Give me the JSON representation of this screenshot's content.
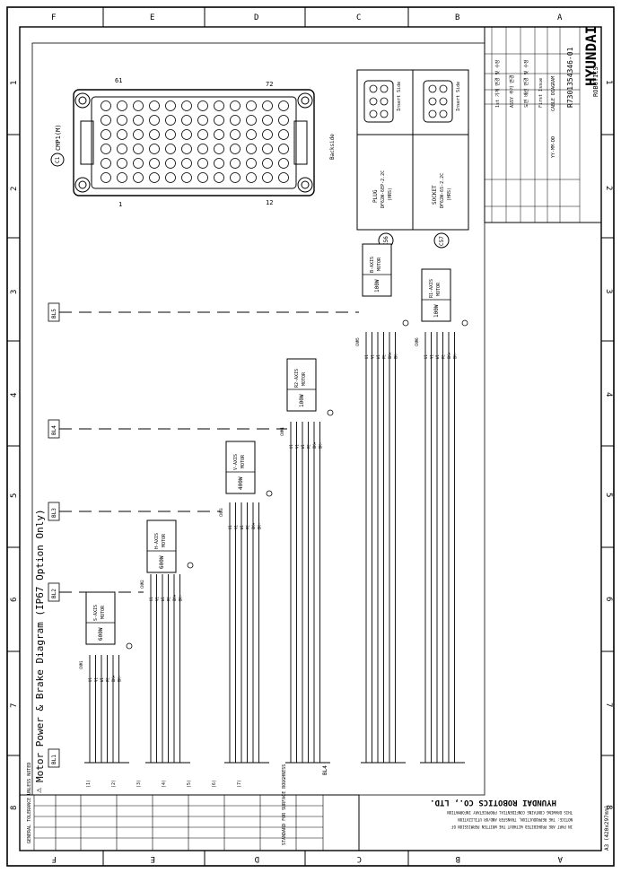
{
  "zone_rows": [
    "F",
    "E",
    "D",
    "C",
    "B",
    "A"
  ],
  "zone_cols": [
    "1",
    "2",
    "3",
    "4",
    "5",
    "6",
    "7",
    "8"
  ],
  "diagram_title": "Motor Power & Brake Diagram (IP67 Option Only)",
  "connector": {
    "id": "C1",
    "name": "CMP1(M)",
    "pins": {
      "first": "1",
      "last_top": "61",
      "right_top": "72",
      "right_bottom": "12"
    },
    "view_note": "Backside"
  },
  "connector_table": [
    {
      "id": "C56",
      "kind": "PLUG",
      "part": "DF62W-6EP-2.2C",
      "maker": "(HRS)",
      "side": "Insert Side"
    },
    {
      "id": "C57",
      "kind": "SOCKET",
      "part": "DF62W-6S-2.2C",
      "maker": "(HRS)",
      "side": "Insert Side"
    }
  ],
  "buses": [
    "BL1",
    "BL2",
    "BL3",
    "BL4",
    "BL5"
  ],
  "motors": [
    {
      "axis": "S-AXIS",
      "label": "MOTOR",
      "power": "600W",
      "cn": "CNM1"
    },
    {
      "axis": "H-AXIS",
      "label": "MOTOR",
      "power": "600W",
      "cn": "CNM2"
    },
    {
      "axis": "V-AXIS",
      "label": "MOTOR",
      "power": "400W",
      "cn": "CNM3"
    },
    {
      "axis": "R2-AXIS",
      "label": "MOTOR",
      "power": "100W",
      "cn": "CNM4"
    },
    {
      "axis": "B-AXIS",
      "label": "MOTOR",
      "power": "100W",
      "cn": "CNM5"
    },
    {
      "axis": "R1-AXIS",
      "label": "MOTOR",
      "power": "100W",
      "cn": "CNM6"
    }
  ],
  "wire_labels": [
    "U1",
    "V1",
    "W1",
    "PE",
    "BK+",
    "BK-"
  ],
  "bottom_pins": [
    "(1)",
    "(2)",
    "(3)",
    "(4)",
    "(5)",
    "(6)",
    "(7)"
  ],
  "bottom_tag": "BL4",
  "company": "HYUNDAI ROBOTICS CO., LTD.",
  "notice_lines": [
    "THIS DRAWING CONTAINS CONFIDENTIAL PROPRIETARY INFORMATION",
    "NOTICE: THE REPRODUCTION, TRANSFER AND/OR UTILIZATION",
    "IN PART ARE PROHIBITED WITHOUT THE WRITTEN PERMISSION OF"
  ],
  "general_block": {
    "title": "GENERAL TOLERANCE UNLESS NOTED",
    "standard": "STANDARD FOR SURFACE ROUGHNESS"
  },
  "title_block": {
    "brand": "HYUNDAI",
    "sub": "ROBOTICS",
    "drawing_no": "R7301354346-01",
    "title": "CABLE DIAGRAM",
    "date": "YY-MM-DD",
    "first_issue": "First Issue",
    "revisions": [
      "1st 기계 변경 및 수정",
      "ASSY 추가 변경",
      "도면 배선 변경 및 수정"
    ]
  },
  "sheet_size": "A3 (420x297mm)"
}
